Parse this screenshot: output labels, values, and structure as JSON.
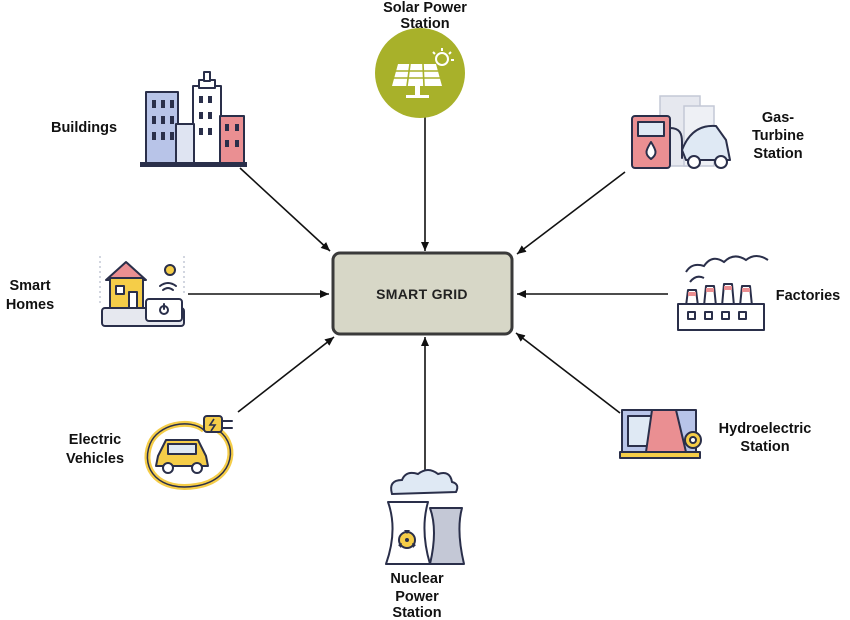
{
  "hub": {
    "label": "SMART GRID"
  },
  "nodes": {
    "solar": {
      "lines": [
        "Solar Power",
        "Station"
      ]
    },
    "buildings": {
      "lines": [
        "Buildings"
      ]
    },
    "gas": {
      "lines": [
        "Gas-",
        "Turbine",
        "Station"
      ]
    },
    "homes": {
      "lines": [
        "Smart",
        "Homes"
      ]
    },
    "factories": {
      "lines": [
        "Factories"
      ]
    },
    "ev": {
      "lines": [
        "Electric",
        "Vehicles"
      ]
    },
    "hydro": {
      "lines": [
        "Hydroelectric",
        "Station"
      ]
    },
    "nuclear": {
      "lines": [
        "Nuclear",
        "Power",
        "Station"
      ]
    }
  },
  "colors": {
    "hub_fill": "#d7d7c7",
    "hub_border": "#3a3a3a",
    "solar_circle": "#a8b12a",
    "arrow": "#111111"
  },
  "icons": {
    "solar": "solar-panel-icon",
    "buildings": "city-buildings-icon",
    "gas": "gas-station-car-icon",
    "homes": "smart-home-icon",
    "factories": "factory-icon",
    "ev": "electric-car-plug-icon",
    "hydro": "hydro-dam-icon",
    "nuclear": "nuclear-plant-icon"
  }
}
